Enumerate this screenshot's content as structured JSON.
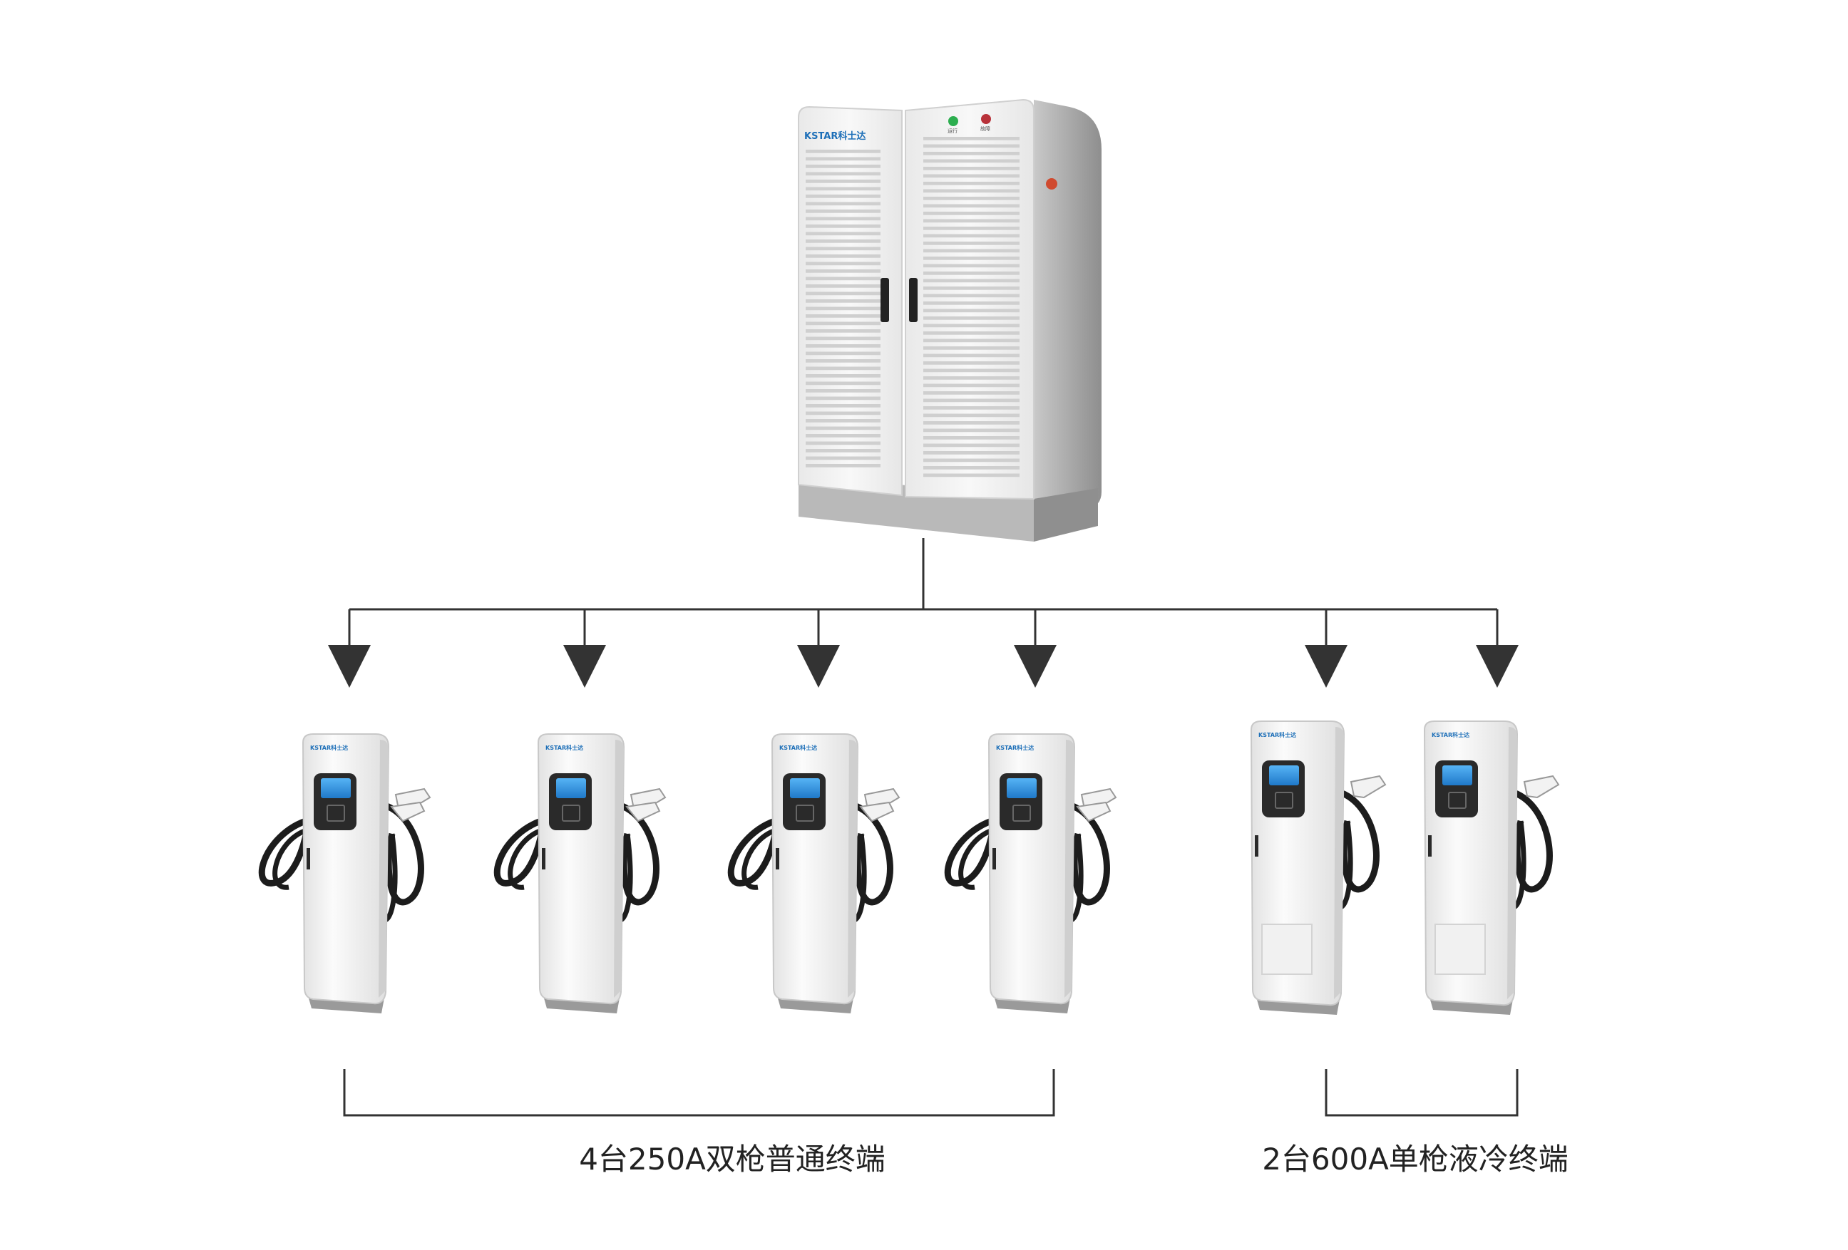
{
  "cabinet": {
    "brand": "KSTAR科士达",
    "indicator_left": "运行",
    "indicator_right": "故障"
  },
  "terminals": {
    "brand": "KSTAR科士达",
    "groups": [
      {
        "label": "4台250A双枪普通终端",
        "count": 4,
        "variant": "dual-gun"
      },
      {
        "label": "2台600A单枪液冷终端",
        "count": 2,
        "variant": "single-gun-liquid-cooled"
      }
    ]
  },
  "colors": {
    "line": "#333333",
    "body": "#f4f4f4",
    "screen": "#2f8fe0",
    "cable": "#1c1c1c"
  }
}
